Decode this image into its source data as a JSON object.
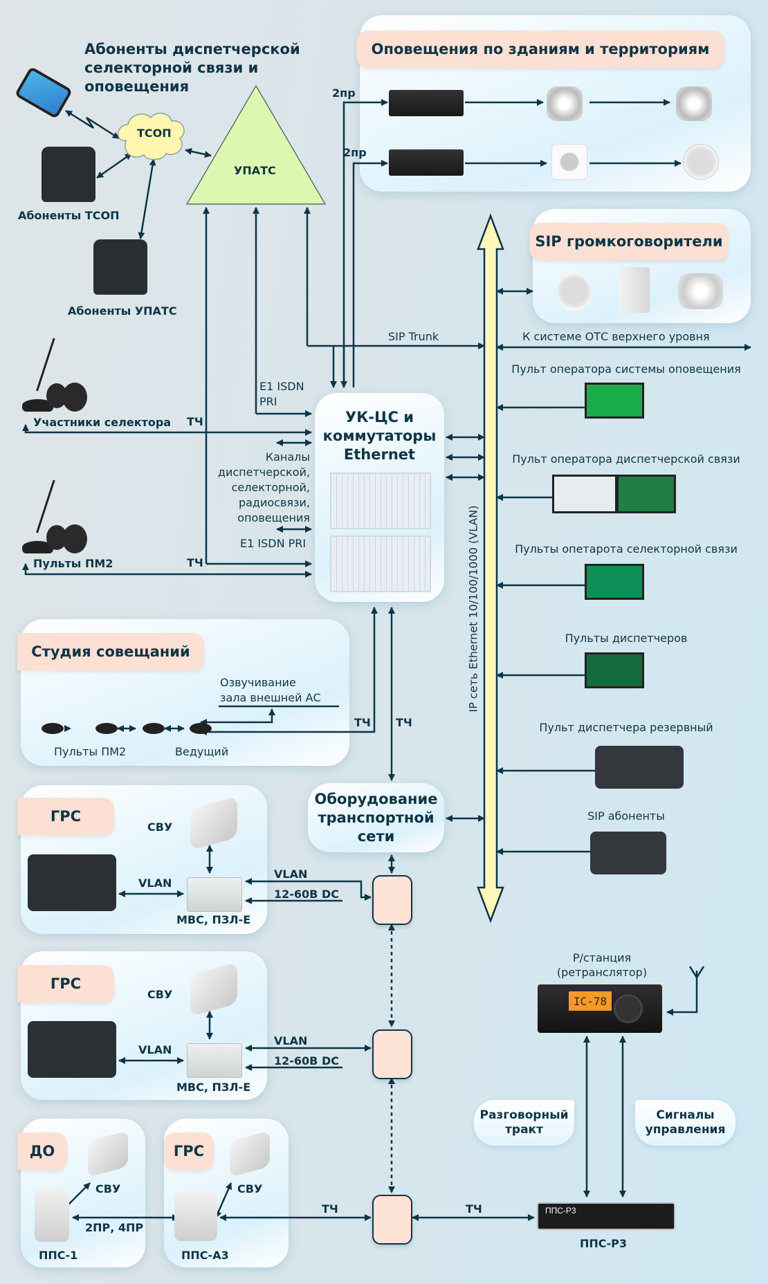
{
  "title": "Абоненты диспетчерской селекторной связи и оповещения",
  "colors": {
    "line": "#0d3547",
    "tag": "#fce0d3",
    "backbone": "#fff8b8",
    "upats": "#dcf7b0",
    "tsop": "#fff7b0"
  },
  "subscribers": {
    "tsop_cloud": "ТСОП",
    "upats": "УПАТС",
    "tsop_subscribers": "Абоненты ТСОП",
    "upats_subscribers": "Абоненты УПАТС"
  },
  "notification": {
    "title": "Оповещения по зданиям и территориям",
    "link1": "2пр",
    "link2": "2пр"
  },
  "sip_speakers": {
    "title": "SIP громкоговорители"
  },
  "links": {
    "sip_trunk": "SIP Trunk",
    "otc_upper": "К системе ОТС верхнего уровня",
    "e1_isdn_pri_top": "E1 ISDN\nPRI",
    "e1_isdn_pri": "E1 ISDN PRI",
    "channels": "Каналы\nдиспетчерской,\nселекторной,\nрадиосвязи,\nоповещения",
    "tch": "ТЧ",
    "vlan": "VLAN",
    "dc": "12-60В DC",
    "pr": "2ПР, 4ПР"
  },
  "left": {
    "selector_participants": "Участники селектора",
    "pm2": "Пульты ПМ2"
  },
  "ukcs": {
    "title": "УК-ЦС и\nкоммутаторы\nEthernet"
  },
  "backbone": {
    "label": "IP сеть Ethernet 10/100/1000 (VLAN)"
  },
  "right": {
    "op_notify": "Пульт оператора системы оповещения",
    "op_dispatch": "Пульт оператора диспетчерской связи",
    "op_selector": "Пульты опетарота селекторной связи",
    "dispatchers": "Пульты диспетчеров",
    "reserve": "Пульт диспетчера резервный",
    "sip_subs": "SIP абоненты"
  },
  "studio": {
    "title": "Студия совещаний",
    "sound": "Озвучивание\nзала внешней АС",
    "pm2": "Пульты ПМ2",
    "leader": "Ведущий"
  },
  "transport": {
    "title": "Оборудование\nтранспортной\nсети"
  },
  "grs1": {
    "title": "ГРС",
    "svu": "СВУ",
    "mvs": "МВС, ПЗЛ-Е"
  },
  "grs2": {
    "title": "ГРС",
    "svu": "СВУ",
    "mvs": "МВС, ПЗЛ-Е"
  },
  "do": {
    "title": "ДО",
    "svu": "СВУ",
    "pps": "ППС-1"
  },
  "grs3": {
    "title": "ГРС",
    "svu": "СВУ",
    "pps": "ППС-А3"
  },
  "radio": {
    "station": "Р/станция\n(ретранслятор)",
    "voice": "Разговорный\nтракт",
    "control": "Сигналы\nуправления",
    "pps_r3": "ППС-Р3",
    "device_label": "ППС-Р3",
    "display": "IC-78"
  }
}
